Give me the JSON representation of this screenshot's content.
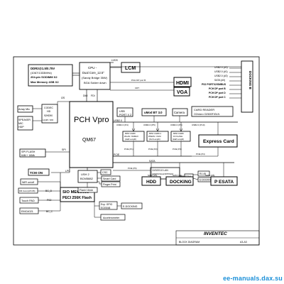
{
  "blocks": {
    "ddr": {
      "lines": [
        "DDR3@1.5/0.75V",
        "(1067/1333MHz)",
        "204-pin SODIMM X2",
        "Max Memory 4GB X2"
      ]
    },
    "cpu": {
      "lines": [
        "CPU -",
        "Dual Core_12.5\"",
        "(Sandy Bridge 35W)",
        "BGA Solder down"
      ]
    },
    "lcm": "LCM",
    "hdmi": "HDMI",
    "vga": "VGA",
    "dock_conn": "DOCKING B",
    "array_mic": "Array Mic",
    "codec": {
      "lines": [
        "CODEC",
        "HD",
        "92HD90",
        "LQ48 / 6X6"
      ]
    },
    "speaker": {
      "lines": [
        "SPEAKER",
        "MIC",
        "HDP"
      ]
    },
    "pch": "PCH Vpro",
    "qm67": "QM67",
    "usb_port": {
      "lines": [
        "USB",
        "PORT X 2"
      ]
    },
    "umod": "uMod BT 3.0",
    "camera": "Camera",
    "card_reader": {
      "lines": [
        "CARD READER",
        "O2micro OZ600FJ0LN"
      ]
    },
    "mini_wlan": {
      "lines": [
        "MINI CARD",
        "WLAN / WIMAX",
        "(Half Length)"
      ]
    },
    "mini_wwan": {
      "lines": [
        "MINI CARD-1",
        "WWAN / CMU",
        "(Full Length)"
      ]
    },
    "mini_ff": {
      "lines": [
        "MINI CARD",
        "FF FLASH",
        "(Half Length)"
      ]
    },
    "express": "Express Card",
    "spi": {
      "lines": [
        "SPI  FLASH",
        "64M + 16Mb"
      ]
    },
    "lan": {
      "lines": [
        "10/100/1G LAN",
        "LEWISVILLE 82579LM",
        "VPro"
      ]
    },
    "rj45": "RJ-45",
    "esw": "ESW",
    "edock": "E-DOCKING",
    "tcm": "TCM  ON",
    "usb_hub": {
      "lines": [
        "USH 2",
        "BCM5882"
      ]
    },
    "csc": "CSC",
    "smart_card": "Smart Card",
    "finger": "Finger Print",
    "flash16": "Flash 16mb",
    "wifi": "WiFi on/off",
    "kb": "KB Conn(A5 KB)",
    "tpad": "Touch PAD",
    "emc": "EMC4021",
    "sio": {
      "lines": [
        "SIO MEC5055",
        "PECI 256K Flash"
      ]
    },
    "exp_gpio": {
      "lines": [
        "Exp. GPIO",
        "EC05048"
      ]
    },
    "edock2": "E-DOCKING",
    "accel": "Accelerometer",
    "hdd": "HDD",
    "docking": "DOCKING",
    "pesata": "P ESATA",
    "inventec": "INVENTEC"
  },
  "labels": {
    "lvds": "LVDS",
    "i2s": "I2S",
    "dmi": "DMI",
    "fdi": "FDI",
    "crt": "CRT",
    "usb20_a": "USB2.0",
    "usb20_b": "USB2.0",
    "pcie": "PCIE",
    "sata": "SATA",
    "spi": "SPI",
    "lpc": "LPC",
    "bc_d": "BC_D",
    "ps2": "PS2",
    "bc_c": "BC_C",
    "usb_x": "USB2.0 (X)",
    "usb_7": "USB2.0 (P7)",
    "usb_p4": "USB2.0 (P4)",
    "usb_p3": "USB2.0 (P3)",
    "usb_p5": "USB2.0 (P5)",
    "usb_p9": "USB2.0 (P9)",
    "usb_p10": "USB2.0 (P10)",
    "usb_p8": "USB2.0 (P8)",
    "usb_p13": "USB2.0 (P13)",
    "usb_p12": "USB2.0 (P12)",
    "pcie_p1": "PCIE (P1)",
    "pcie_p2": "PCIE (P2)",
    "pcie_p3": "PCIE (P3)",
    "pcie_p4": "PCIE (P4)",
    "pcie_p6": "PCIE (P6)",
    "sata0": "SATA (#0)",
    "sata4": "SATA (#4)",
    "sata5": "SATA (#5)",
    "sata_p1": "SATA (P1)",
    "pch_portb": "PCH DP port B",
    "pch_portd": "PCH DP port D",
    "right_usb1": "USB2.0 (#0)",
    "right_usb2": "USB2.0 (#1)",
    "right_usb3": "USB2.0 (#2)",
    "right_sata": "SATA (#0)",
    "right_ps2": "PS2 PORTX2/SMBUS",
    "right_dpb": "PCH DP port B",
    "right_dpd": "PCH DP port D",
    "right_dpc": "PCH DP port C"
  },
  "title_block": {
    "title": "BLOCK DIAGRAM",
    "sheet": "A3-A3"
  },
  "watermark": "ee-manuals.dax.su"
}
